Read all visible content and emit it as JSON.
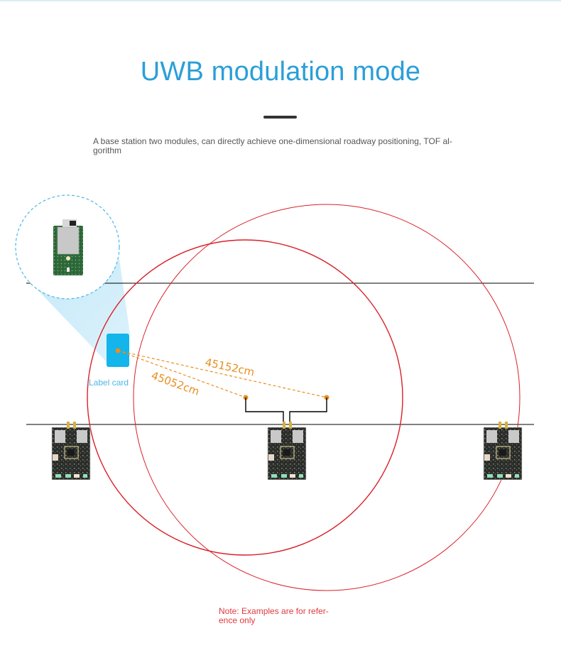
{
  "header": {
    "title": "UWB modulation mode",
    "description": "A base station two modules, can directly achieve one-dimensional roadway positioning, TOF al-gorithm"
  },
  "diagram": {
    "tag_label": "Label card",
    "distances": [
      {
        "label": "45152cm",
        "value_cm": 45152
      },
      {
        "label": "45052cm",
        "value_cm": 45052
      }
    ],
    "base_station_count": 3,
    "colors": {
      "title": "#2a9fd8",
      "circle": "#d92028",
      "tag": "#13b5ea",
      "distance": "#e88f22",
      "road": "#000000",
      "magnifier": "#4bb7e8"
    }
  },
  "footer": {
    "note": "Note: Examples are for refer-ence only"
  }
}
